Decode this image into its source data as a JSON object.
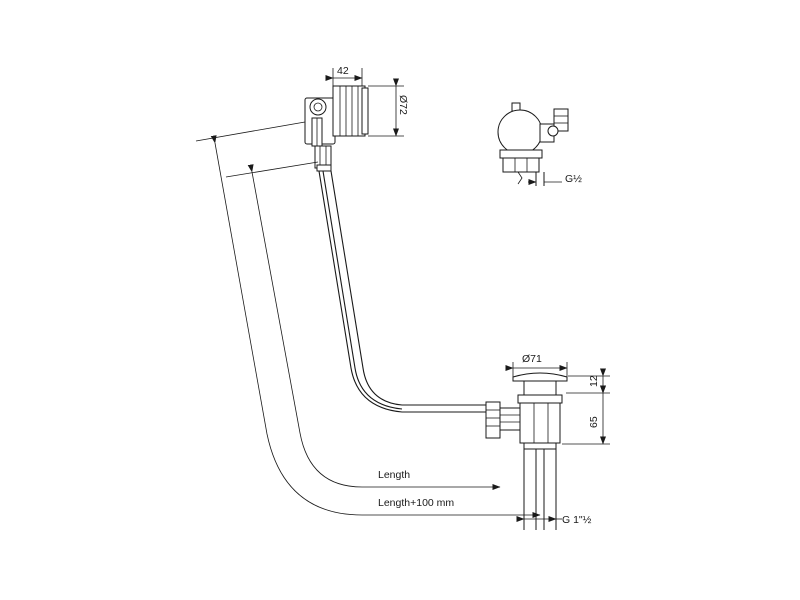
{
  "dimensions": {
    "overflow_width": "42",
    "overflow_diameter": "Ø72",
    "waste_diameter": "Ø71",
    "waste_cap_height": "12",
    "waste_body_height": "65",
    "fill_thread": "G½",
    "outlet_thread": "G 1\"½",
    "length": "Length",
    "length_plus": "Length+100 mm"
  }
}
